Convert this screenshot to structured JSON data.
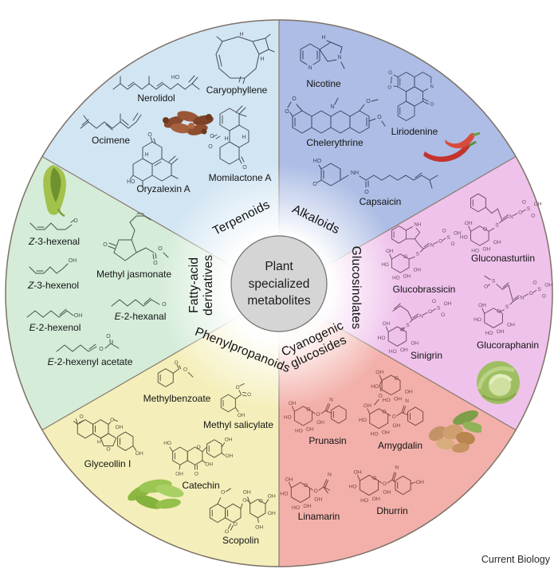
{
  "figure": {
    "center_title": "Plant specialized metabolites",
    "credit": "Current Biology"
  },
  "sectors": {
    "terpenoids": {
      "label": "Terpenoids",
      "color": "#d2e5f3",
      "photo": "cloves",
      "compounds": [
        {
          "name": "Nerolidol"
        },
        {
          "name": "Caryophyllene"
        },
        {
          "name": "Ocimene"
        },
        {
          "name": "Oryzalexin A"
        },
        {
          "name": "Momilactone A"
        }
      ]
    },
    "alkaloids": {
      "label": "Alkaloids",
      "color": "#adbde5",
      "photo": "chili-peppers",
      "compounds": [
        {
          "name": "Nicotine"
        },
        {
          "name": "Liriodenine"
        },
        {
          "name": "Chelerythrine"
        },
        {
          "name": "Capsaicin"
        }
      ]
    },
    "glucosinolates": {
      "label": "Glucosinolates",
      "color": "#efc2ec",
      "photo": "cabbage",
      "compounds": [
        {
          "name": "Gluconasturtiin"
        },
        {
          "name": "Glucobrassicin"
        },
        {
          "name": "Sinigrin"
        },
        {
          "name": "Glucoraphanin"
        }
      ]
    },
    "cyanogenic_glucosides": {
      "label_line1": "Cyanogenic",
      "label_line2": "glucosides",
      "color": "#f3b0aa",
      "photo": "almonds",
      "compounds": [
        {
          "name": "Prunasin"
        },
        {
          "name": "Amygdalin"
        },
        {
          "name": "Linamarin"
        },
        {
          "name": "Dhurrin"
        }
      ]
    },
    "phenylpropanoids": {
      "label": "Phenylpropanoids",
      "color": "#f4efba",
      "photo": "green-tea-leaves",
      "compounds": [
        {
          "name": "Methylbenzoate"
        },
        {
          "name": "Methyl salicylate"
        },
        {
          "name": "Glyceollin I"
        },
        {
          "name": "Catechin"
        },
        {
          "name": "Scopolin"
        }
      ]
    },
    "fatty_acid_derivatives": {
      "label_line1": "Fatty-acid",
      "label_line2": "derivatives",
      "color": "#d4ecd8",
      "photo": "rolled-leaf",
      "compounds": [
        {
          "prefix": "Z",
          "name": "-3-hexenal"
        },
        {
          "prefix": "Z",
          "name": "-3-hexenol"
        },
        {
          "prefix": "E",
          "name": "-2-hexenol"
        },
        {
          "prefix": "E",
          "name": "-2-hexenyl acetate"
        },
        {
          "prefix": "",
          "name": "Methyl jasmonate"
        },
        {
          "prefix": "E",
          "name": "-2-hexanal"
        }
      ]
    }
  }
}
